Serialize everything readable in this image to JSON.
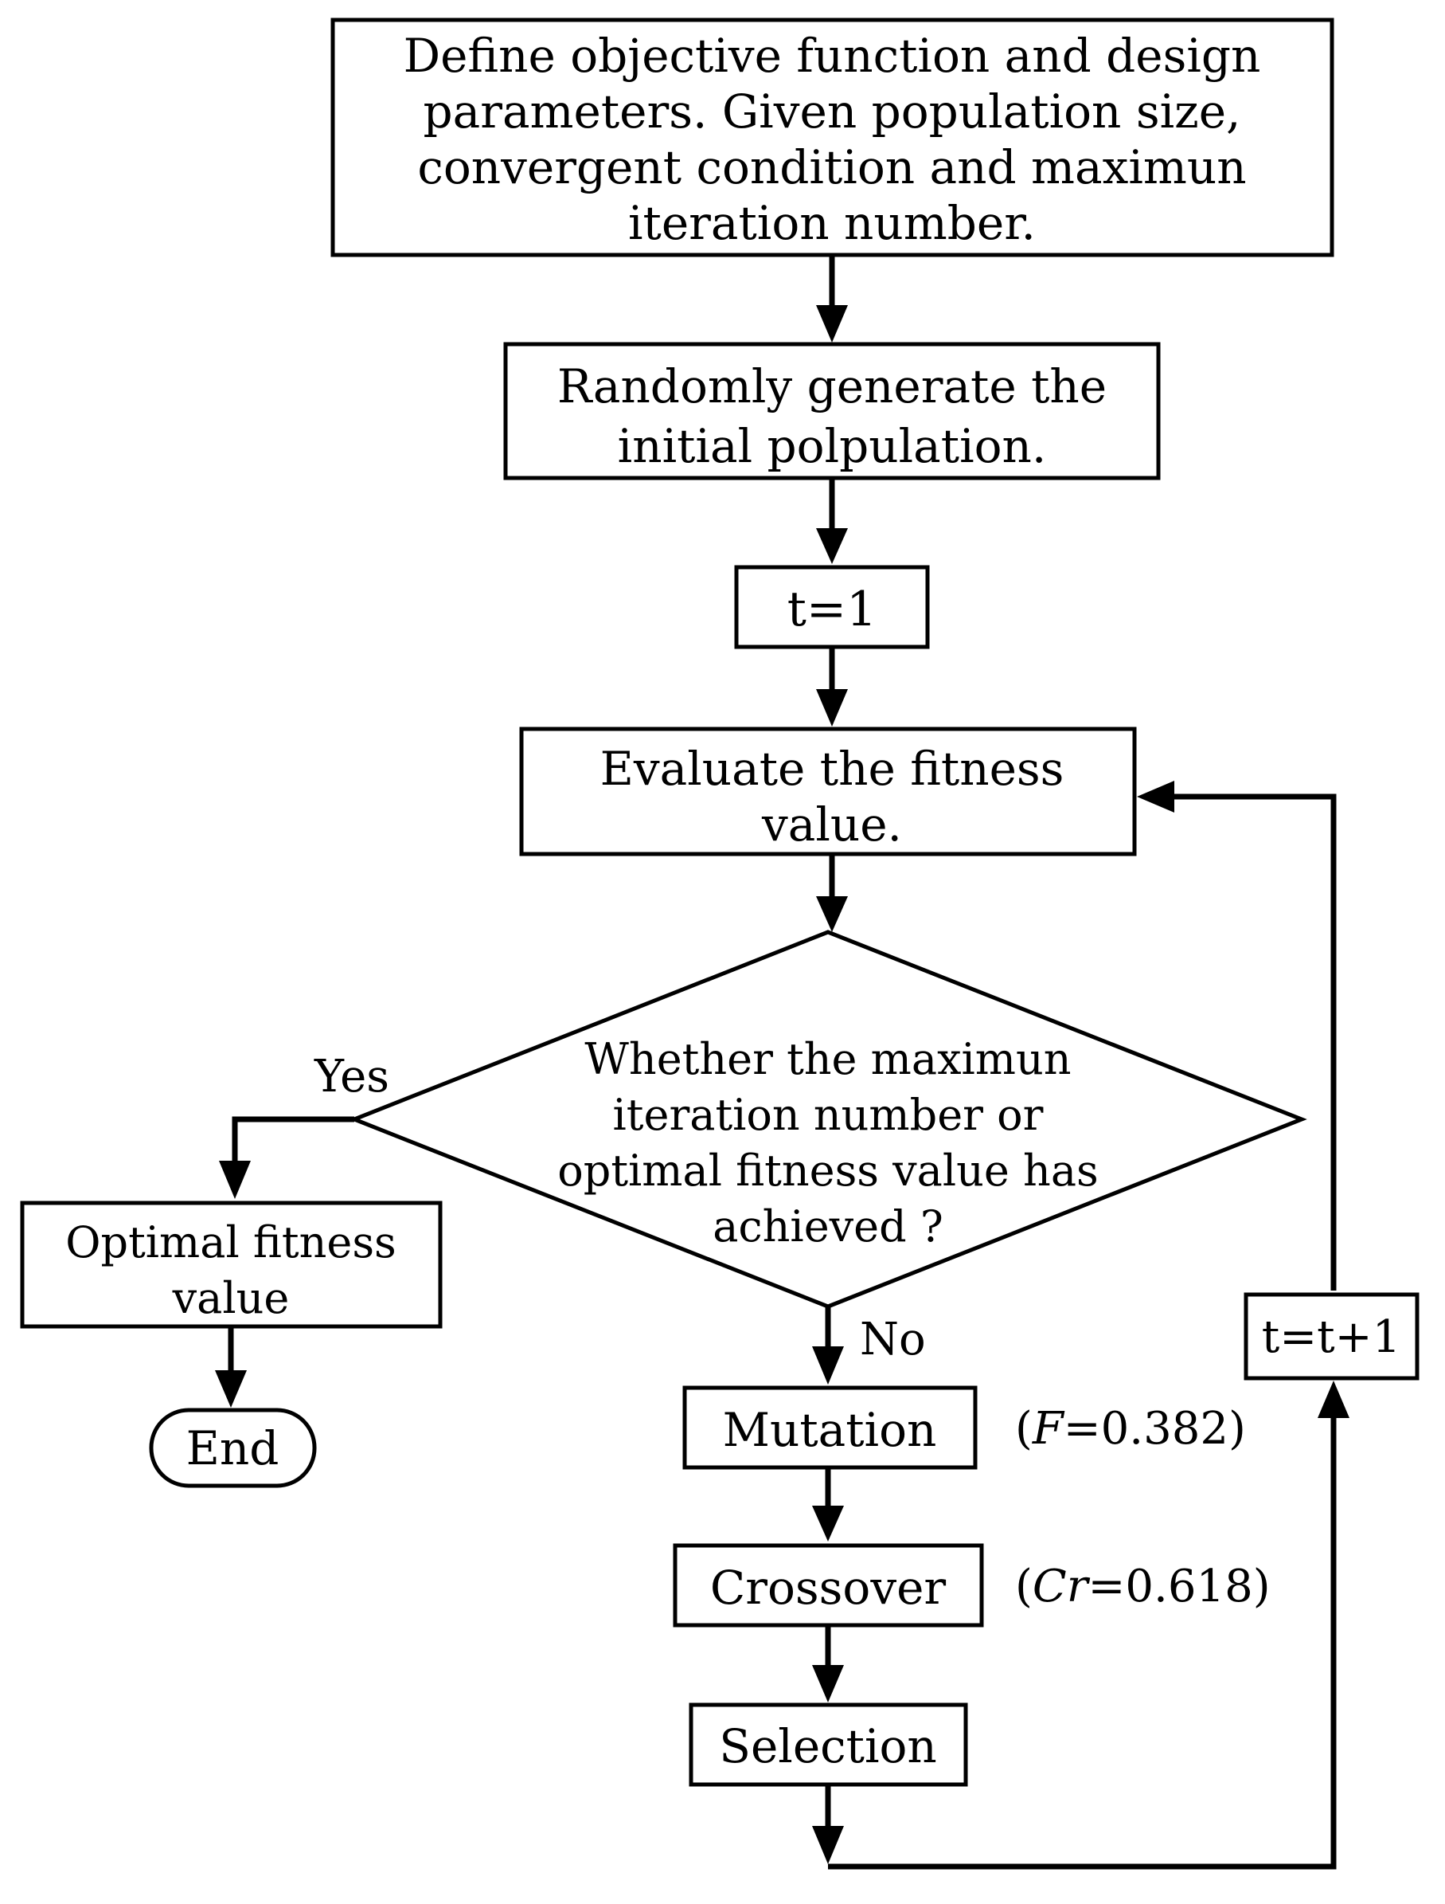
{
  "nodes": {
    "define": {
      "lines": [
        "Define objective function and  design",
        "parameters. Given population size,",
        "convergent condition and maximun",
        "iteration number."
      ]
    },
    "generate": {
      "lines": [
        "Randomly generate the",
        "initial polpulation."
      ]
    },
    "init_t": {
      "text": "t=1"
    },
    "evaluate": {
      "lines": [
        "Evaluate the fitness",
        "value."
      ]
    },
    "decision": {
      "lines": [
        "Whether the maximun",
        "iteration number or",
        "optimal fitness value has",
        "achieved ?"
      ],
      "yes_label": "Yes",
      "no_label": "No"
    },
    "optimal": {
      "lines": [
        "Optimal fitness",
        "value"
      ]
    },
    "end": {
      "text": "End"
    },
    "mutation": {
      "text": "Mutation",
      "param_open": "(",
      "param_symbol": "F",
      "param_value": "=0.382)"
    },
    "crossover": {
      "text": "Crossover",
      "param_open": "(",
      "param_symbol": "Cr",
      "param_value": "=0.618)"
    },
    "selection": {
      "text": "Selection"
    },
    "increment_t": {
      "text": "t=t+1"
    }
  }
}
